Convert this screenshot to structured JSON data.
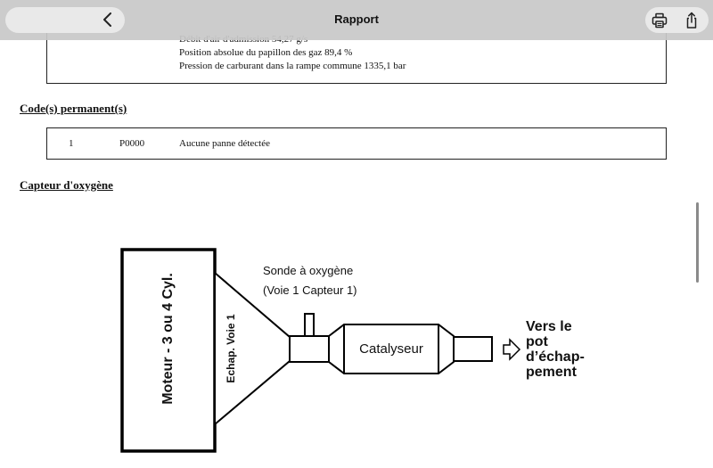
{
  "topbar": {
    "title": "Rapport",
    "back_icon": "chevron-left-icon",
    "print_icon": "printer-icon",
    "share_icon": "share-icon"
  },
  "data_box": {
    "lines": [
      "Débit d'air d'admission 54,27 g/s",
      "Position absolue du papillon des gaz 89,4 %",
      "Pression de carburant dans la rampe commune 1335,1 bar"
    ]
  },
  "permanent_codes": {
    "heading": "Code(s) permanent(s)",
    "rows": [
      {
        "index": "1",
        "code": "P0000",
        "description": "Aucune panne détectée"
      }
    ]
  },
  "oxygen_sensor": {
    "heading": "Capteur d'oxygène",
    "diagram": {
      "engine_label": "Moteur - 3 ou 4 Cyl.",
      "exhaust_label": "Echap. Voie 1",
      "sensor_label_line1": "Sonde à oxygène",
      "sensor_label_line2": "(Voie 1 Capteur 1)",
      "catalyst_label": "Catalyseur",
      "outlet_lines": [
        "Vers le",
        "pot",
        "d’échap-",
        "pement"
      ]
    }
  }
}
